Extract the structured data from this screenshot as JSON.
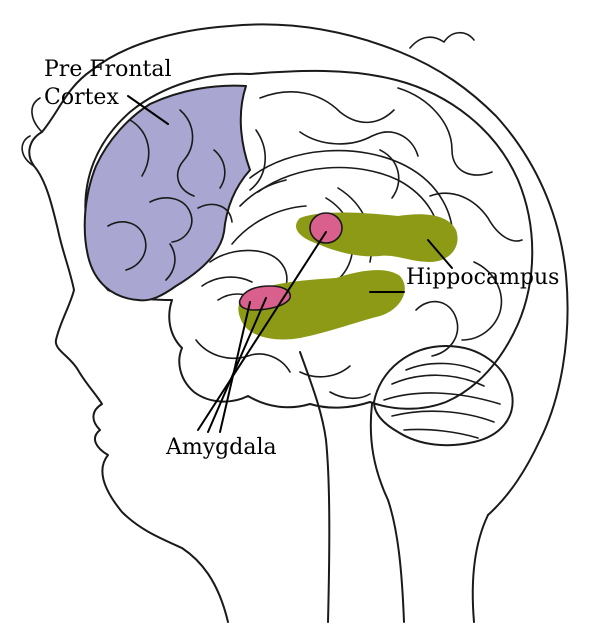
{
  "labels": {
    "prefrontal_line1": "Pre Frontal",
    "prefrontal_line2": "Cortex",
    "hippocampus": "Hippocampus",
    "amygdala": "Amygdala"
  },
  "colors": {
    "prefrontal": "#a9a7d1",
    "hippocampus": "#8d9a16",
    "amygdala": "#d95f8d",
    "outline": "#1a1a1a"
  }
}
